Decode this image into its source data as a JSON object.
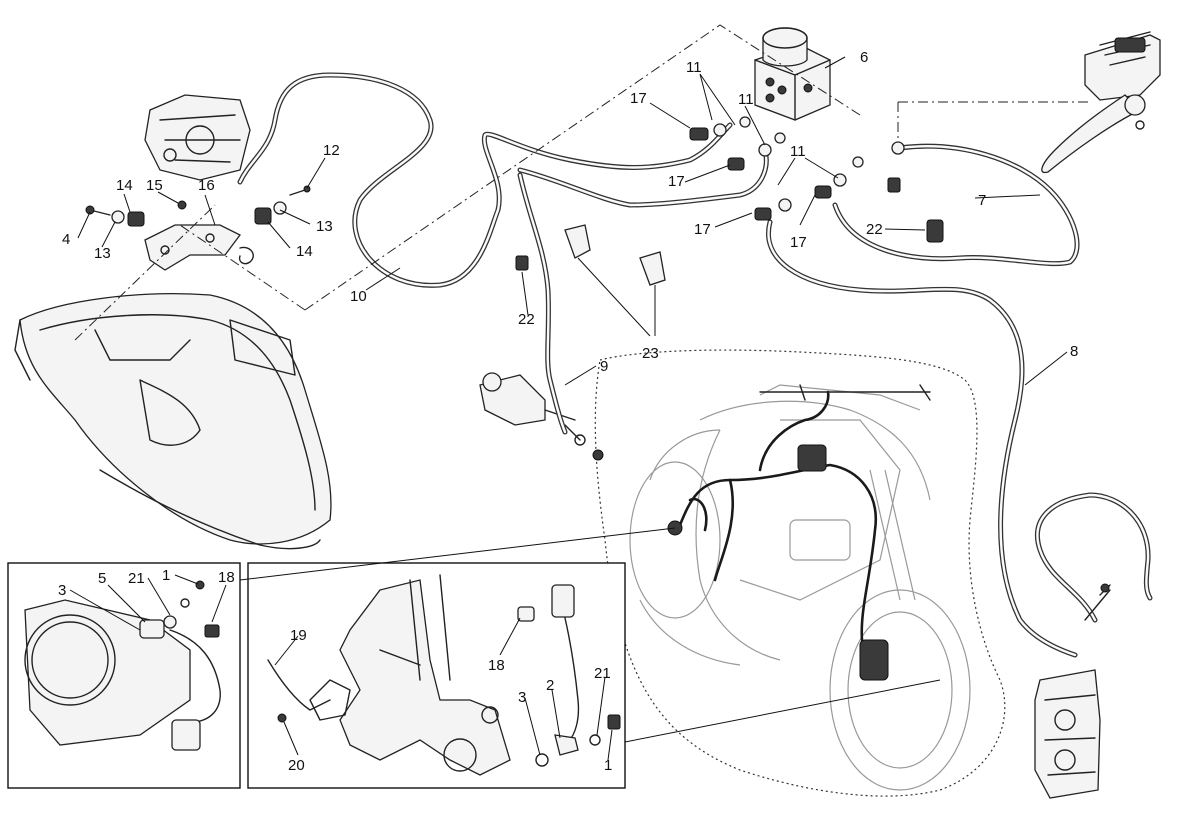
{
  "callouts": [
    {
      "id": "c-1a",
      "text": "1"
    },
    {
      "id": "c-1b",
      "text": "1"
    },
    {
      "id": "c-2",
      "text": "2"
    },
    {
      "id": "c-3a",
      "text": "3"
    },
    {
      "id": "c-3b",
      "text": "3"
    },
    {
      "id": "c-4",
      "text": "4"
    },
    {
      "id": "c-5",
      "text": "5"
    },
    {
      "id": "c-6",
      "text": "6"
    },
    {
      "id": "c-7",
      "text": "7"
    },
    {
      "id": "c-8",
      "text": "8"
    },
    {
      "id": "c-9",
      "text": "9"
    },
    {
      "id": "c-10",
      "text": "10"
    },
    {
      "id": "c-11a",
      "text": "11"
    },
    {
      "id": "c-11b",
      "text": "11"
    },
    {
      "id": "c-11c",
      "text": "11"
    },
    {
      "id": "c-12",
      "text": "12"
    },
    {
      "id": "c-13a",
      "text": "13"
    },
    {
      "id": "c-13b",
      "text": "13"
    },
    {
      "id": "c-14a",
      "text": "14"
    },
    {
      "id": "c-14b",
      "text": "14"
    },
    {
      "id": "c-15",
      "text": "15"
    },
    {
      "id": "c-16",
      "text": "16"
    },
    {
      "id": "c-17a",
      "text": "17"
    },
    {
      "id": "c-17b",
      "text": "17"
    },
    {
      "id": "c-17c",
      "text": "17"
    },
    {
      "id": "c-17d",
      "text": "17"
    },
    {
      "id": "c-18a",
      "text": "18"
    },
    {
      "id": "c-18b",
      "text": "18"
    },
    {
      "id": "c-19",
      "text": "19"
    },
    {
      "id": "c-20",
      "text": "20"
    },
    {
      "id": "c-21a",
      "text": "21"
    },
    {
      "id": "c-21b",
      "text": "21"
    },
    {
      "id": "c-22a",
      "text": "22"
    },
    {
      "id": "c-22b",
      "text": "22"
    },
    {
      "id": "c-23",
      "text": "23"
    }
  ]
}
